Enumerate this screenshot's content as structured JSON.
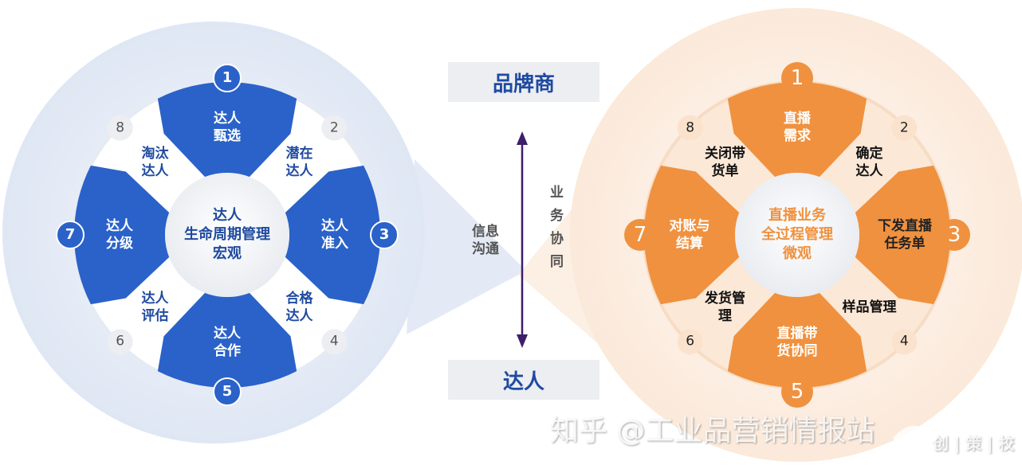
{
  "left_wheel": {
    "center": "达人\n生命周期管理\n宏观",
    "steps": [
      {
        "n": "1",
        "label": "达人\n甄选"
      },
      {
        "n": "2",
        "label": "潜在\n达人"
      },
      {
        "n": "3",
        "label": "达人\n准入"
      },
      {
        "n": "4",
        "label": "合格\n达人"
      },
      {
        "n": "5",
        "label": "达人\n合作"
      },
      {
        "n": "6",
        "label": "达人\n评估"
      },
      {
        "n": "7",
        "label": "达人\n分级"
      },
      {
        "n": "8",
        "label": "淘汰\n达人"
      }
    ],
    "color": "#2a62c9"
  },
  "right_wheel": {
    "center": "直播业务\n全过程管理\n微观",
    "steps": [
      {
        "n": "1",
        "label": "直播\n需求"
      },
      {
        "n": "2",
        "label": "确定\n达人"
      },
      {
        "n": "3",
        "label": "下发直播\n任务单"
      },
      {
        "n": "4",
        "label": "样品管理"
      },
      {
        "n": "5",
        "label": "直播带\n货协同"
      },
      {
        "n": "6",
        "label": "发货管\n理"
      },
      {
        "n": "7",
        "label": "对账与\n结算"
      },
      {
        "n": "8",
        "label": "关闭带\n货单"
      }
    ],
    "color": "#f0913f"
  },
  "middle": {
    "top_box": "品牌商",
    "bottom_box": "达人",
    "left_text": "信息\n沟通",
    "right_text": "业\n务\n协\n同",
    "arrow_color": "#3b1f6b"
  },
  "watermark": {
    "text": "知乎 @工业品营销情报站",
    "logo": "创 | 策 | 校"
  }
}
